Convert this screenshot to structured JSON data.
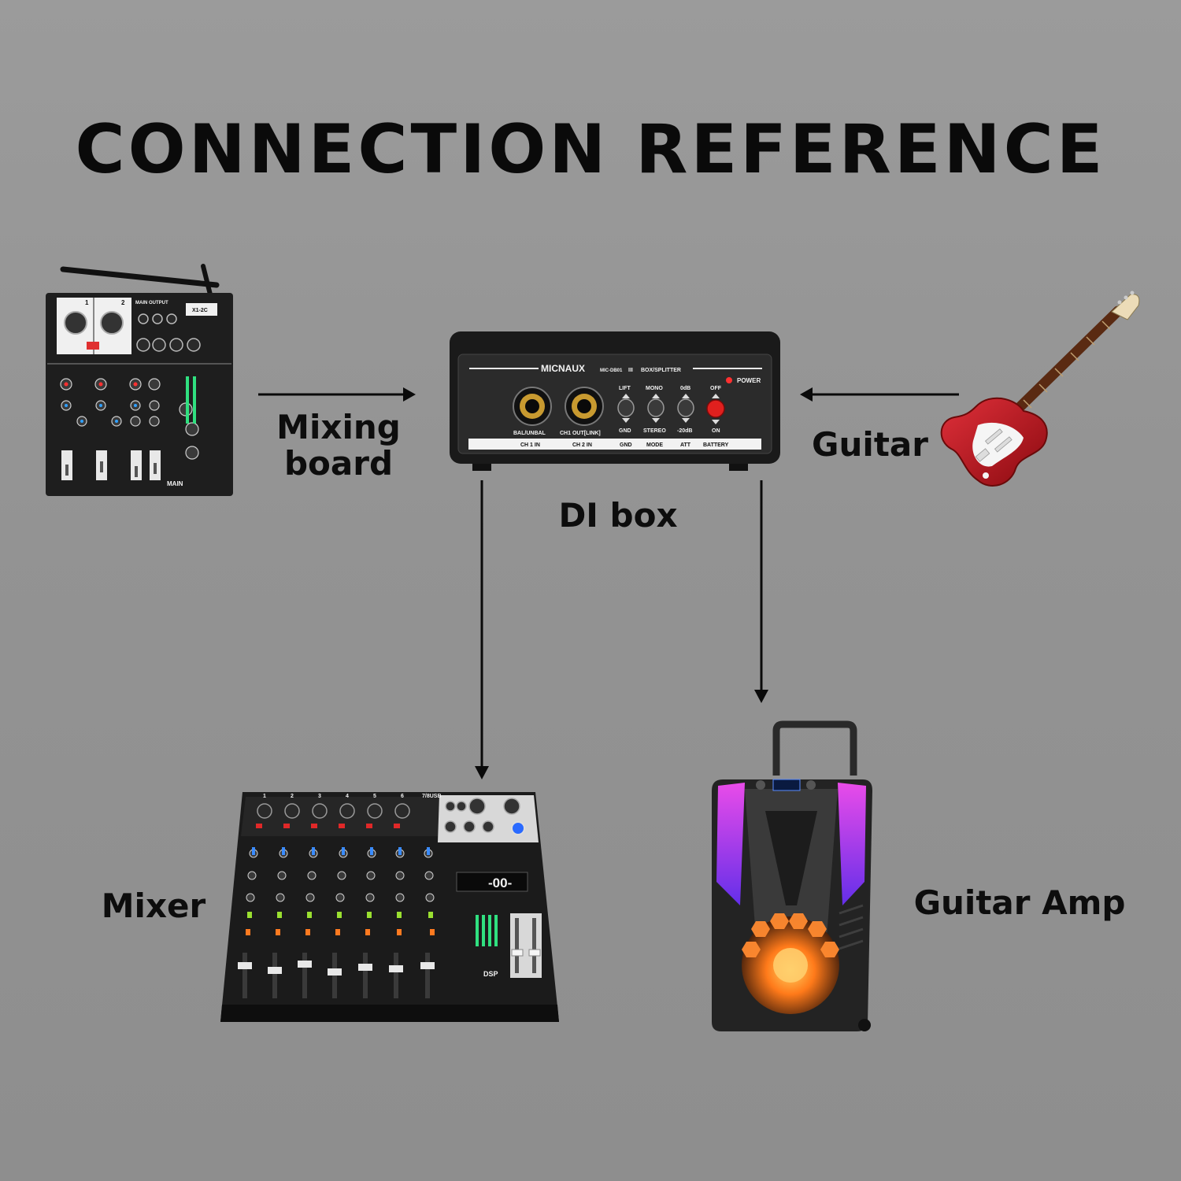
{
  "title": "CONNECTION REFERENCE",
  "labels": {
    "mixing_board_line1": "Mixing",
    "mixing_board_line2": "board",
    "guitar": "Guitar",
    "di_box": "DI box",
    "mixer": "Mixer",
    "guitar_amp": "Guitar Amp"
  },
  "di_panel": {
    "brand": "MICNAUX",
    "model": "MIC-DB01",
    "model_roman": "III",
    "type": "BOX/SPLITTER",
    "power": "POWER",
    "switch_tops": [
      "LIFT",
      "MONO",
      "0dB",
      "OFF"
    ],
    "switch_bottoms": [
      "GND",
      "STEREO",
      "-20dB",
      "ON"
    ],
    "jack1_label": "BAL/UNBAL",
    "jack2_label": "CH1 OUT[LINK]",
    "strip": [
      "CH 1 IN",
      "CH 2 IN",
      "GND",
      "MODE",
      "ATT",
      "BATTERY"
    ]
  },
  "mixing_board_panel": {
    "ch1": "1",
    "ch2": "2",
    "main_output": "MAIN OUTPUT",
    "model": "X1-2C",
    "main": "MAIN"
  },
  "mixer_panel": {
    "display": "-00-",
    "channel_numbers": [
      "1",
      "2",
      "3",
      "4",
      "5",
      "6",
      "7/8USB"
    ],
    "dsp": "DSP"
  },
  "colors": {
    "arrow": "#0a0a0a",
    "device_body": "#1c1c1c",
    "guitar_body": "#c0141c",
    "power_button": "#e0201e",
    "amp_light": "#ff7a1a"
  }
}
